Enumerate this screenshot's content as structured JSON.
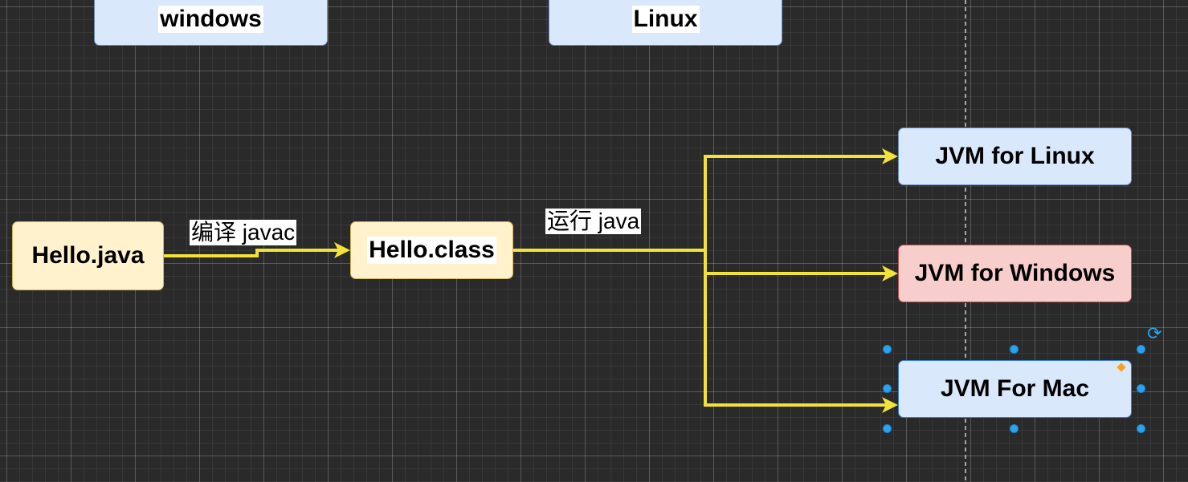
{
  "diagram": {
    "nodes": {
      "windows": "windows",
      "linux": "Linux",
      "hello_java": "Hello.java",
      "hello_class": "Hello.class",
      "jvm_linux": "JVM for Linux",
      "jvm_windows": "JVM for Windows",
      "jvm_mac": "JVM For Mac"
    },
    "edges": {
      "compile_label": "编译 javac",
      "run_label": "运行 java"
    },
    "selection": {
      "rotate_icon": "⟳"
    },
    "colors": {
      "canvas_background": "#2a2a2a",
      "arrow": "#f2e23a",
      "blue_fill": "#dae8fc",
      "yellow_fill": "#fff2cc",
      "red_fill": "#f8cecc",
      "selection_handle": "#29a3f0"
    }
  }
}
